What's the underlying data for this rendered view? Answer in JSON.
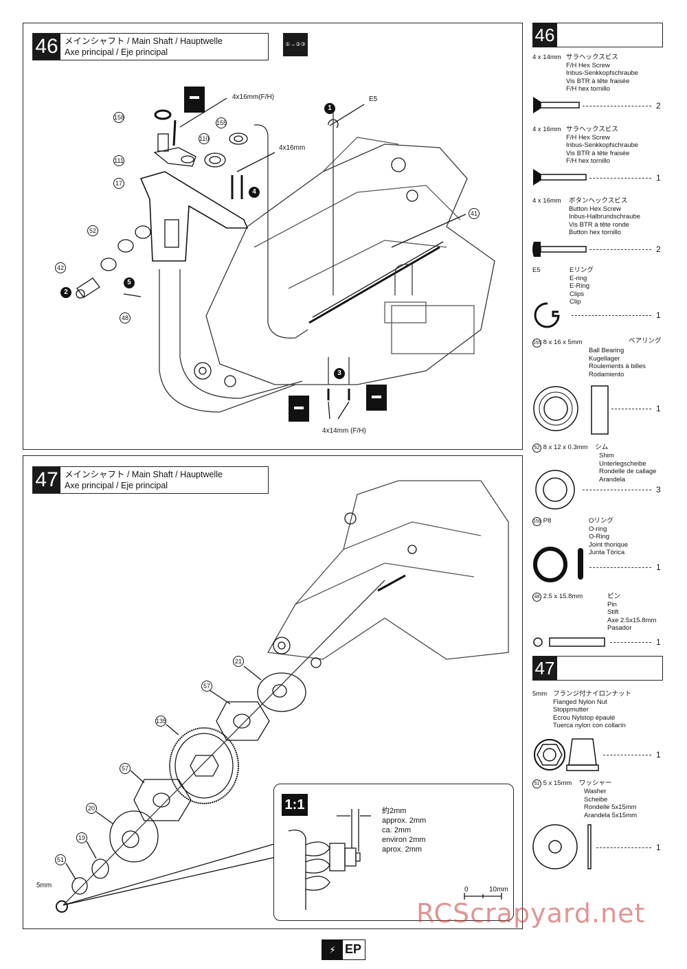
{
  "step46": {
    "number": "46",
    "title_line1": "メインシャフト / Main Shaft / Hauptwelle",
    "title_line2": "Axe principal / Eje principal",
    "order_icon": "①→②③",
    "labels": {
      "screw_fh_4x16": "4x16mm(F/H)",
      "e5": "E5",
      "screw_4x16": "4x16mm",
      "screw_4x14": "4x14mm (F/H)"
    },
    "callouts": [
      "158",
      "155",
      "110",
      "111",
      "17",
      "52",
      "42",
      "48",
      "41"
    ],
    "steps": [
      "1",
      "2",
      "3",
      "4",
      "5"
    ]
  },
  "step47": {
    "number": "47",
    "title_line1": "メインシャフト / Main Shaft / Hauptwelle",
    "title_line2": "Axe principal / Eje principal",
    "callouts": [
      "21",
      "57",
      "135",
      "57",
      "20",
      "19",
      "51"
    ],
    "nut_label": "5mm",
    "detail": {
      "scale_badge": "1:1",
      "gap_lines": [
        "約2mm",
        "approx. 2mm",
        "ca. 2mm",
        "environ 2mm",
        "aprox. 2mm"
      ],
      "ruler_start": "0",
      "ruler_end": "10mm"
    }
  },
  "side46": {
    "number": "46",
    "parts": [
      {
        "id": "4 x 14mm",
        "names": [
          "サラヘックスビス",
          "F/H Hex Screw",
          "Inbus-Senkkopfschraube",
          "Vis BTR à tête fraisée",
          "F/H hex tornillo"
        ],
        "qty": "2"
      },
      {
        "id": "4 x 16mm",
        "names": [
          "サラヘックスビス",
          "F/H Hex Screw",
          "Inbus-Senkkopfschraube",
          "Vis BTR à tête fraisée",
          "F/H hex tornillo"
        ],
        "qty": "1"
      },
      {
        "id": "4 x 16mm",
        "names": [
          "ボタンヘックスビス",
          "Button Hex Screw",
          "Inbus-Halbrundschraube",
          "Vis BTR à tête ronde",
          "Button hex tornillo"
        ],
        "qty": "2"
      },
      {
        "id": "E5",
        "names": [
          "Eリング",
          "E-ring",
          "E-Ring",
          "Clips",
          "Clip"
        ],
        "qty": "1"
      },
      {
        "id": "155",
        "size": "8 x 16 x 5mm",
        "names": [
          "ベアリング",
          "Ball Bearing",
          "Kugellager",
          "Roulements à billes",
          "Rodamiento"
        ],
        "qty": "1"
      },
      {
        "id": "52",
        "size": "8 x 12 x 0.3mm",
        "names": [
          "シム",
          "Shim",
          "Unterlegscheibe",
          "Rondelle de callage",
          "Arandela"
        ],
        "qty": "3"
      },
      {
        "id": "158",
        "size": "P8",
        "names": [
          "Oリング",
          "O-ring",
          "O-Ring",
          "Joint thorique",
          "Junta Tórica"
        ],
        "qty": "1"
      },
      {
        "id": "48",
        "size": "2.5 x 15.8mm",
        "names": [
          "ピン",
          "Pin",
          "Stift",
          "Axe 2.5x15.8mm",
          "Pasador"
        ],
        "qty": "1"
      }
    ]
  },
  "side47": {
    "number": "47",
    "parts": [
      {
        "id": "5mm",
        "names": [
          "フランジ付ナイロンナット",
          "Flanged Nylon Nut",
          "Stoppmutter",
          "Ecrou Nylstop épaulé",
          "Tuerca nylon con collarín"
        ],
        "qty": "1"
      },
      {
        "id": "51",
        "size": "5 x 15mm",
        "names": [
          "ワッシャー",
          "Washer",
          "Scheibe",
          "Rondelle 5x15mm",
          "Arandela 5x15mm"
        ],
        "qty": "1"
      }
    ]
  },
  "footer": {
    "badge": "EP"
  },
  "watermark": "RCScrapyard.net"
}
